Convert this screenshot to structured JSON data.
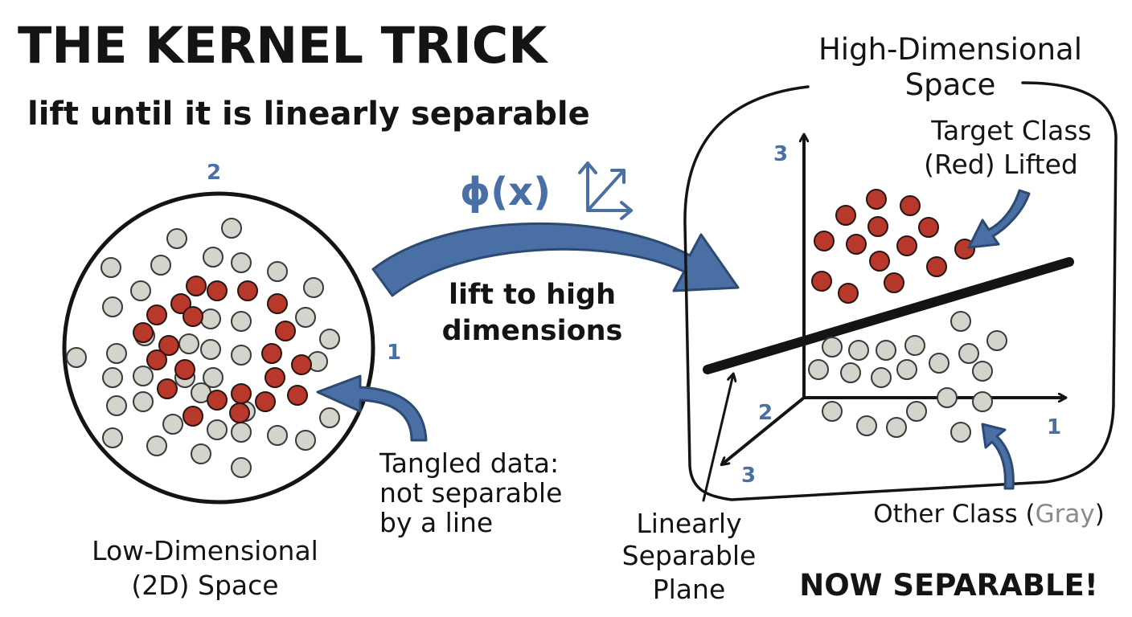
{
  "title": "THE KERNEL TRICK",
  "subtitle": "lift until it is linearly separable",
  "low_dim": {
    "axis_label_x": "1",
    "axis_label_y": "2",
    "caption_line1": "Low-Dimensional",
    "caption_line2": "(2D) Space",
    "note_line1": "Tangled data:",
    "note_line2": "not separable",
    "note_line3": "by a line"
  },
  "mapping": {
    "phi": "ϕ(x)",
    "arrow_label_line1": "lift to high",
    "arrow_label_line2": "dimensions"
  },
  "high_dim": {
    "title_line1": "High-Dimensional",
    "title_line2": "Space",
    "axis_x": "1",
    "axis_y": "2",
    "axis_z": "3",
    "axis_z_depth": "3",
    "target_line1": "Target Class",
    "target_line2": "(Red) Lifted",
    "plane_line1": "Linearly",
    "plane_line2": "Separable",
    "plane_line3": "Plane",
    "other_class_prefix": "Other Class (",
    "other_class_word": "Gray",
    "other_class_suffix": ")",
    "conclusion": "NOW SEPARABLE!"
  },
  "colors": {
    "red_class": "#b8392b",
    "gray_class": "#d4d3cc",
    "accent_blue": "#4a6fa5",
    "ink": "#141414"
  }
}
